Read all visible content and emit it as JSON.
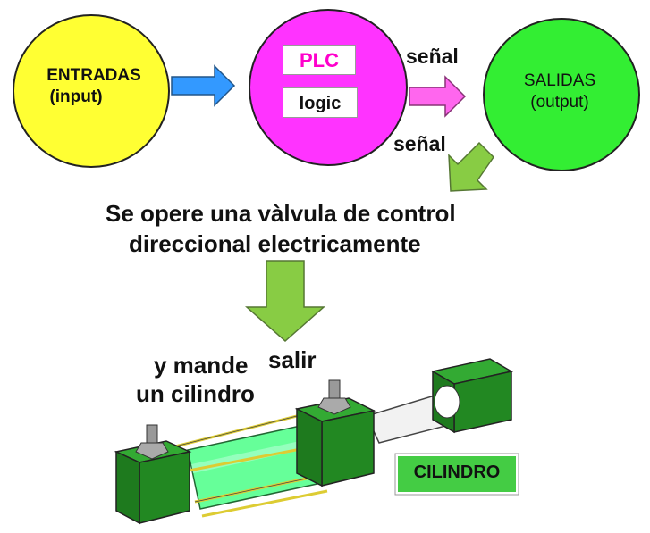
{
  "inputs": {
    "title": "ENTRADAS",
    "subtitle": "(input)",
    "color": "#ffff33"
  },
  "plc": {
    "title": "PLC",
    "logic": "logic",
    "color": "#ff33ff",
    "title_color": "#ff00cc"
  },
  "outputs": {
    "title": "SALIDAS",
    "subtitle": "(output)",
    "color": "#33ee33"
  },
  "signal_label_top": "señal",
  "signal_label_bottom": "señal",
  "caption": {
    "line1": "Se opere una  vàlvula de control",
    "line2": "direccional electricamente"
  },
  "cylinder_caption": {
    "line1a": "y mande",
    "line1b": "salir",
    "line2": "un cilindro"
  },
  "cylinder_label": "CILINDRO",
  "colors": {
    "arrow_blue": "#3399ff",
    "arrow_pink": "#ff66ee",
    "arrow_green": "#88cc44",
    "cylinder_dark": "#228822",
    "cylinder_tube": "#66ff99",
    "rod": "#f2f2f2"
  }
}
